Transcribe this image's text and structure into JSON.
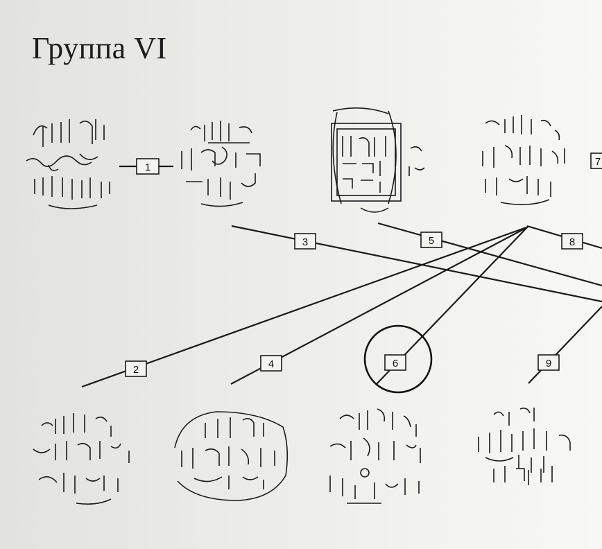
{
  "title": "Группа VI",
  "labels": {
    "l1": "1",
    "l2": "2",
    "l3": "3",
    "l4": "4",
    "l5": "5",
    "l6": "6",
    "l7": "7",
    "l8": "8",
    "l9": "9"
  },
  "highlighted_label": "6",
  "coins": [
    "coin-top-1",
    "coin-top-2",
    "coin-top-3",
    "coin-top-4",
    "coin-bottom-1",
    "coin-bottom-2",
    "coin-bottom-3",
    "coin-bottom-4"
  ],
  "colors": {
    "ink": "#1a1a1a",
    "paper": "#efefec"
  }
}
